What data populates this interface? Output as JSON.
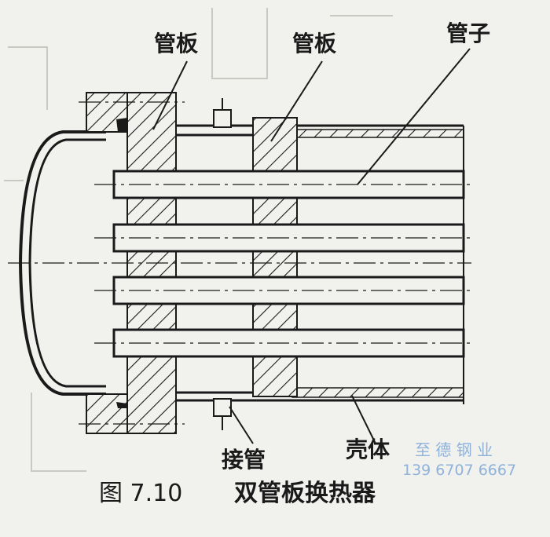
{
  "labels": {
    "tubesheet_left": "管板",
    "tubesheet_right": "管板",
    "tube": "管子",
    "nozzle": "接管",
    "shell": "壳体"
  },
  "caption": {
    "number": "图 7.10",
    "title": "双管板换热器"
  },
  "watermark": {
    "company": "至 德 钢 业",
    "phone": "139 6707 6667"
  },
  "colors": {
    "ink": "#1a1a1a",
    "paper": "#f1f1ee",
    "watermark": "#8fb2da"
  }
}
